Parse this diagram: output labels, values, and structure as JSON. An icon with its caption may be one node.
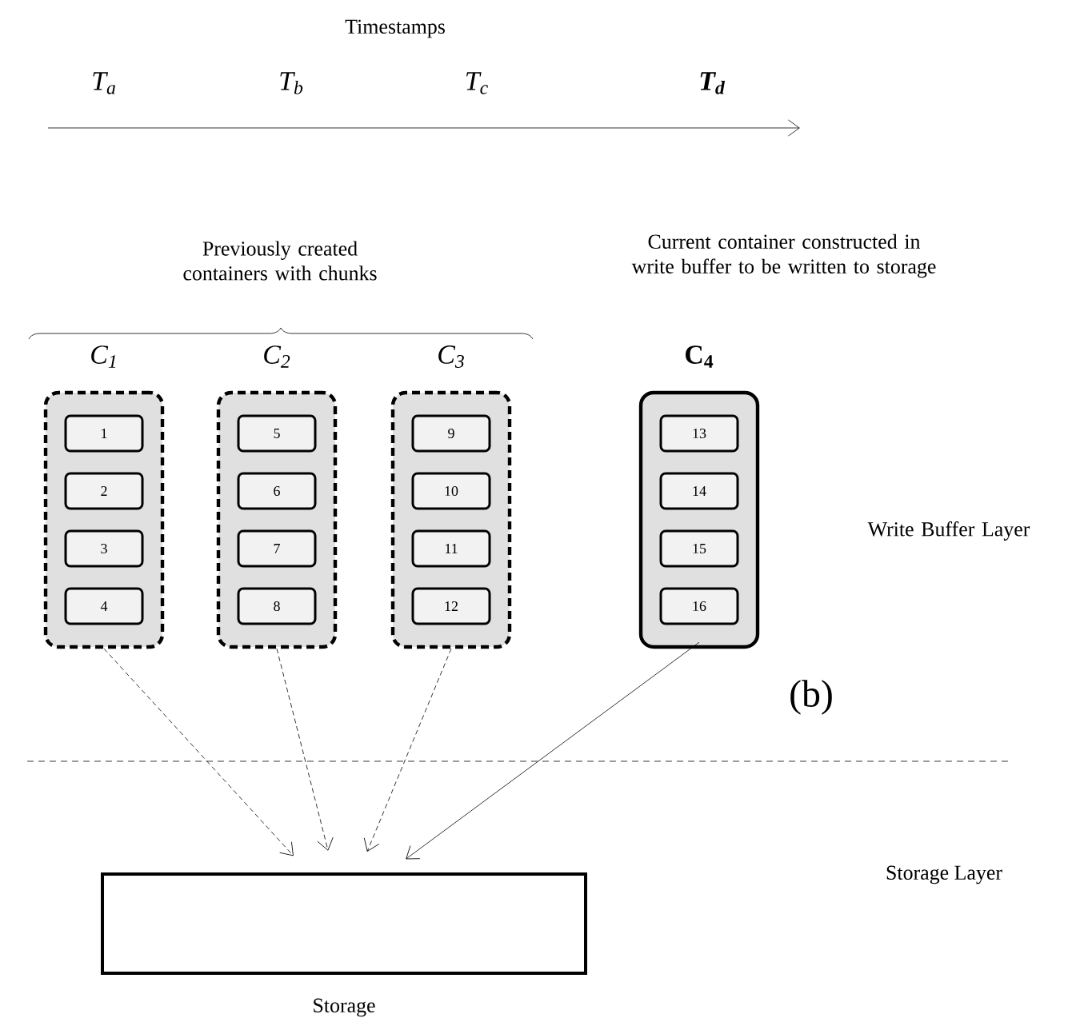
{
  "diagram": {
    "nodes": [
      {
        "text": [
          "C$_{1}$"
        ]
      },
      {
        "text": [
          "1"
        ],
        "in": 0
      },
      {
        "text": [
          "2"
        ],
        "in": 0
      },
      {
        "text": [
          "3"
        ],
        "in": 0
      },
      {
        "text": [
          "4"
        ],
        "in": 0
      },
      {
        "text": [
          "C$_{2}$"
        ]
      },
      {
        "text": [
          "5"
        ],
        "in": 5
      },
      {
        "text": [
          "6"
        ],
        "in": 5
      },
      {
        "text": [
          "7"
        ],
        "in": 5
      },
      {
        "text": [
          "8"
        ],
        "in": 5
      },
      {
        "text": [
          "C$_{3}$"
        ]
      },
      {
        "text": [
          "9"
        ],
        "in": 10
      },
      {
        "text": [
          "10"
        ],
        "in": 10
      },
      {
        "text": [
          "11"
        ],
        "in": 10
      },
      {
        "text": [
          "12"
        ],
        "in": 10
      },
      {
        "text": [
          "C$_{4}$"
        ]
      },
      {
        "text": [
          "13"
        ],
        "in": 15
      },
      {
        "text": [
          "14"
        ],
        "in": 15
      },
      {
        "text": [
          "15"
        ],
        "in": 15
      },
      {
        "text": [
          "16"
        ],
        "in": 15
      },
      {
        "text": [
          "Storage"
        ]
      }
    ],
    "edges": [
      {
        "from": 0,
        "to": 20,
        "arrow": "to",
        "style": "dashed"
      },
      {
        "from": 5,
        "to": 20,
        "arrow": "to",
        "style": "dashed"
      },
      {
        "from": 10,
        "to": 20,
        "arrow": "to",
        "style": "dashed"
      },
      {
        "from": 15,
        "to": 20,
        "arrow": "to"
      }
    ],
    "labels": [
      "Timestamps",
      "T$_{a}$",
      "T$_{b}$",
      "T$_{c}$",
      "T$_{d}$",
      "Previously created containers with chunks",
      "Current container constructed in write buffer to be written to storage",
      "Write Buffer Layer",
      "(b)",
      "Storage Layer"
    ]
  }
}
